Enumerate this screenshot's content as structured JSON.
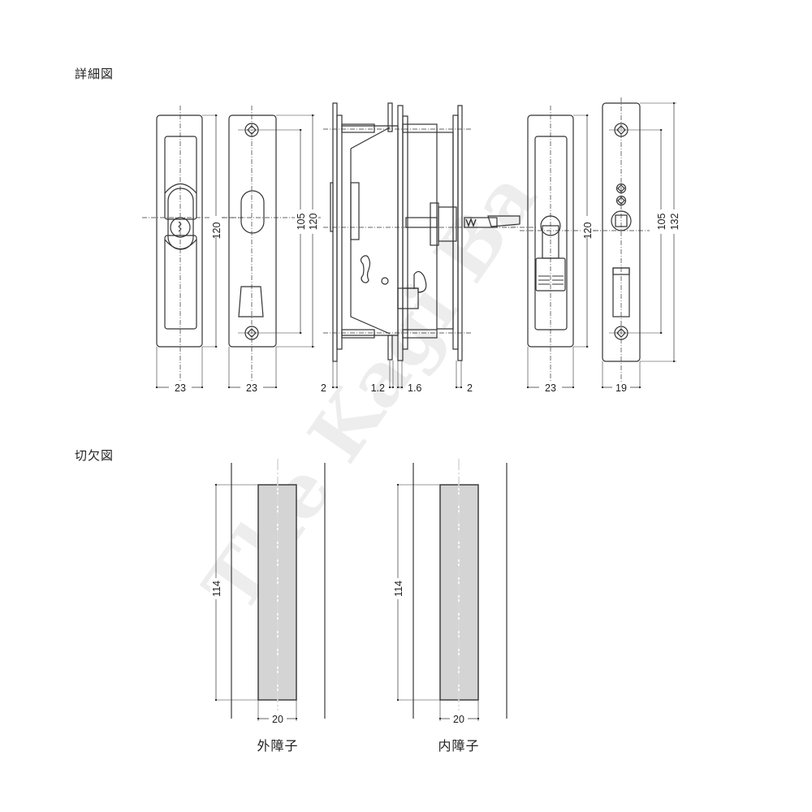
{
  "sections": {
    "detail": {
      "title": "詳細図"
    },
    "cutout": {
      "title": "切欠図"
    }
  },
  "watermark": {
    "text": "The Kagi Ba"
  },
  "detail_views": {
    "outer_handle": {
      "width": "23",
      "height": "120"
    },
    "outer_backplate": {
      "width": "23",
      "screw_pitch": "105",
      "height": "120"
    },
    "side_section": {
      "dims": [
        "2",
        "1.2",
        "1.6",
        "2"
      ]
    },
    "inner_handle": {
      "width": "23",
      "height": "120"
    },
    "inner_backplate": {
      "width": "19",
      "screw_pitch": "105",
      "height": "132"
    }
  },
  "cutout_views": [
    {
      "caption": "外障子",
      "height": "114",
      "width": "20"
    },
    {
      "caption": "内障子",
      "height": "114",
      "width": "20"
    }
  ],
  "colors": {
    "line": "#333333",
    "cutout_fill": "#d4d4d4",
    "watermark": "#ececec"
  }
}
